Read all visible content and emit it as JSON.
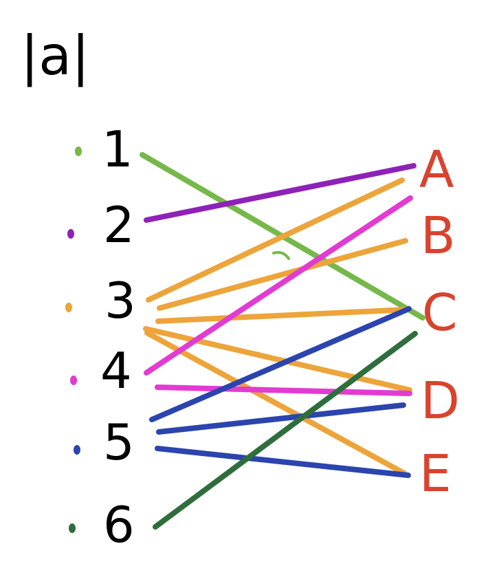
{
  "title": "|a|",
  "colors": {
    "green": "#76b84a",
    "purple": "#8e22b8",
    "orange": "#eda43a",
    "magenta": "#e23bd2",
    "blue": "#2b44ae",
    "darkgreen": "#2f6e3c",
    "red": "#d9432e",
    "ink": "#000000"
  },
  "left_nodes": [
    {
      "label": "1",
      "color": "green"
    },
    {
      "label": "2",
      "color": "purple"
    },
    {
      "label": "3",
      "color": "orange"
    },
    {
      "label": "4",
      "color": "magenta"
    },
    {
      "label": "5",
      "color": "blue"
    },
    {
      "label": "6",
      "color": "darkgreen"
    }
  ],
  "right_nodes": [
    "A",
    "B",
    "C",
    "D",
    "E"
  ],
  "edges": [
    {
      "from": "1",
      "to": "C",
      "color": "green"
    },
    {
      "from": "2",
      "to": "A",
      "color": "purple"
    },
    {
      "from": "3",
      "to": "A",
      "color": "orange"
    },
    {
      "from": "3",
      "to": "B",
      "color": "orange"
    },
    {
      "from": "3",
      "to": "C",
      "color": "orange"
    },
    {
      "from": "3",
      "to": "D",
      "color": "orange"
    },
    {
      "from": "3",
      "to": "E",
      "color": "orange"
    },
    {
      "from": "4",
      "to": "A",
      "color": "magenta"
    },
    {
      "from": "4",
      "to": "D",
      "color": "magenta"
    },
    {
      "from": "5",
      "to": "C",
      "color": "blue"
    },
    {
      "from": "5",
      "to": "D",
      "color": "blue"
    },
    {
      "from": "5",
      "to": "E",
      "color": "blue"
    },
    {
      "from": "6",
      "to": "C",
      "color": "darkgreen"
    }
  ]
}
